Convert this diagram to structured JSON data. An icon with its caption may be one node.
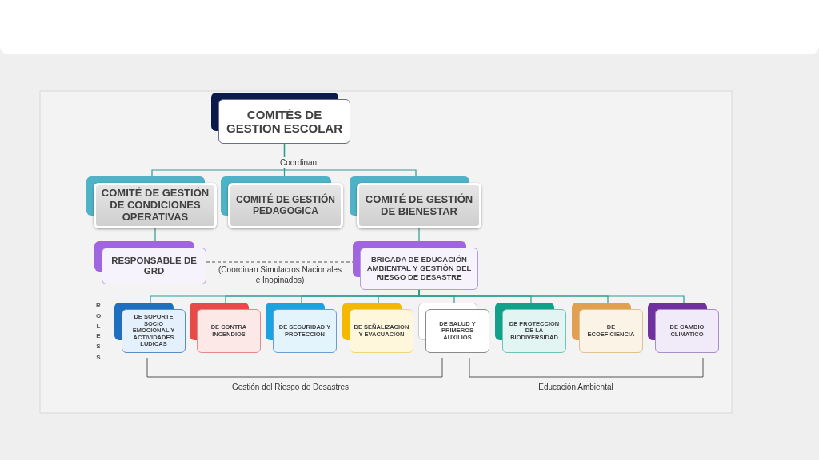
{
  "diagram": {
    "nodes": [
      {
        "text": [
          "COMITÉS DE GESTION ESCOLAR"
        ]
      },
      {
        "text": [
          "COMITÉ DE GESTIÓN DE CONDICIONES OPERATIVAS"
        ]
      },
      {
        "text": [
          "COMITÉ DE GESTIÓN PEDAGOGICA"
        ]
      },
      {
        "text": [
          "COMITÉ DE GESTIÓN DE BIENESTAR"
        ]
      },
      {
        "text": [
          "RESPONSABLE DE GRD"
        ]
      },
      {
        "text": [
          "BRIGADA DE EDUCACIÓN AMBIENTAL Y GESTIÓN DEL RIESGO DE DESASTRE"
        ]
      },
      {
        "text": [
          "DE SOPORTE SOCIO EMOCIONAL Y ACTIVIDADES LUDICAS"
        ]
      },
      {
        "text": [
          "DE CONTRA INCENDIOS"
        ]
      },
      {
        "text": [
          "DE SEGURIDAD Y PROTECCION"
        ]
      },
      {
        "text": [
          "DE SEÑALIZACION Y EVACUACION"
        ]
      },
      {
        "text": [
          "DE SALUD  Y PRIMEROS AUXILIOS"
        ]
      },
      {
        "text": [
          "DE PROTECCION DE LA BIODIVERSIDAD"
        ]
      },
      {
        "text": [
          "DE ECOEFICIENCIA"
        ]
      },
      {
        "text": [
          "DE CAMBIO CLIMATICO"
        ]
      }
    ],
    "edges": [
      {
        "from": 0,
        "to": 1,
        "arrow": "none"
      },
      {
        "from": 0,
        "to": 2,
        "arrow": "none",
        "label": "Coordinan"
      },
      {
        "from": 0,
        "to": 3,
        "arrow": "none"
      },
      {
        "from": 1,
        "to": 4,
        "arrow": "none"
      },
      {
        "from": 3,
        "to": 5,
        "arrow": "none"
      },
      {
        "from": 4,
        "to": 5,
        "arrow": "none",
        "style": "dashed",
        "color": "#555555",
        "label": "(Coordinan Simulacros Nacionales e Inopinados)"
      },
      {
        "from": 5,
        "to": 6,
        "arrow": "none"
      },
      {
        "from": 5,
        "to": 7,
        "arrow": "none"
      },
      {
        "from": 5,
        "to": 8,
        "arrow": "none"
      },
      {
        "from": 5,
        "to": 9,
        "arrow": "none"
      },
      {
        "from": 5,
        "to": 10,
        "arrow": "none"
      },
      {
        "from": 5,
        "to": 11,
        "arrow": "none"
      },
      {
        "from": 5,
        "to": 12,
        "arrow": "none"
      },
      {
        "from": 5,
        "to": 13,
        "arrow": "none"
      }
    ],
    "labels": [
      "ROLES",
      "S",
      "Gestión del Riesgo de Desastres",
      "Educación Ambiental"
    ]
  }
}
